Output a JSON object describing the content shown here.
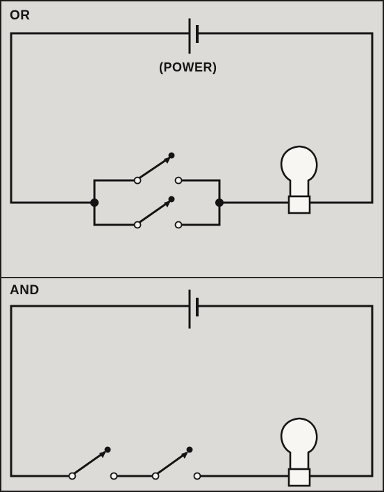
{
  "diagram": {
    "or_label": "OR",
    "power_label": "(POWER)",
    "and_label": "AND"
  },
  "colors": {
    "background": "#dddbd7",
    "ink": "#141414"
  }
}
